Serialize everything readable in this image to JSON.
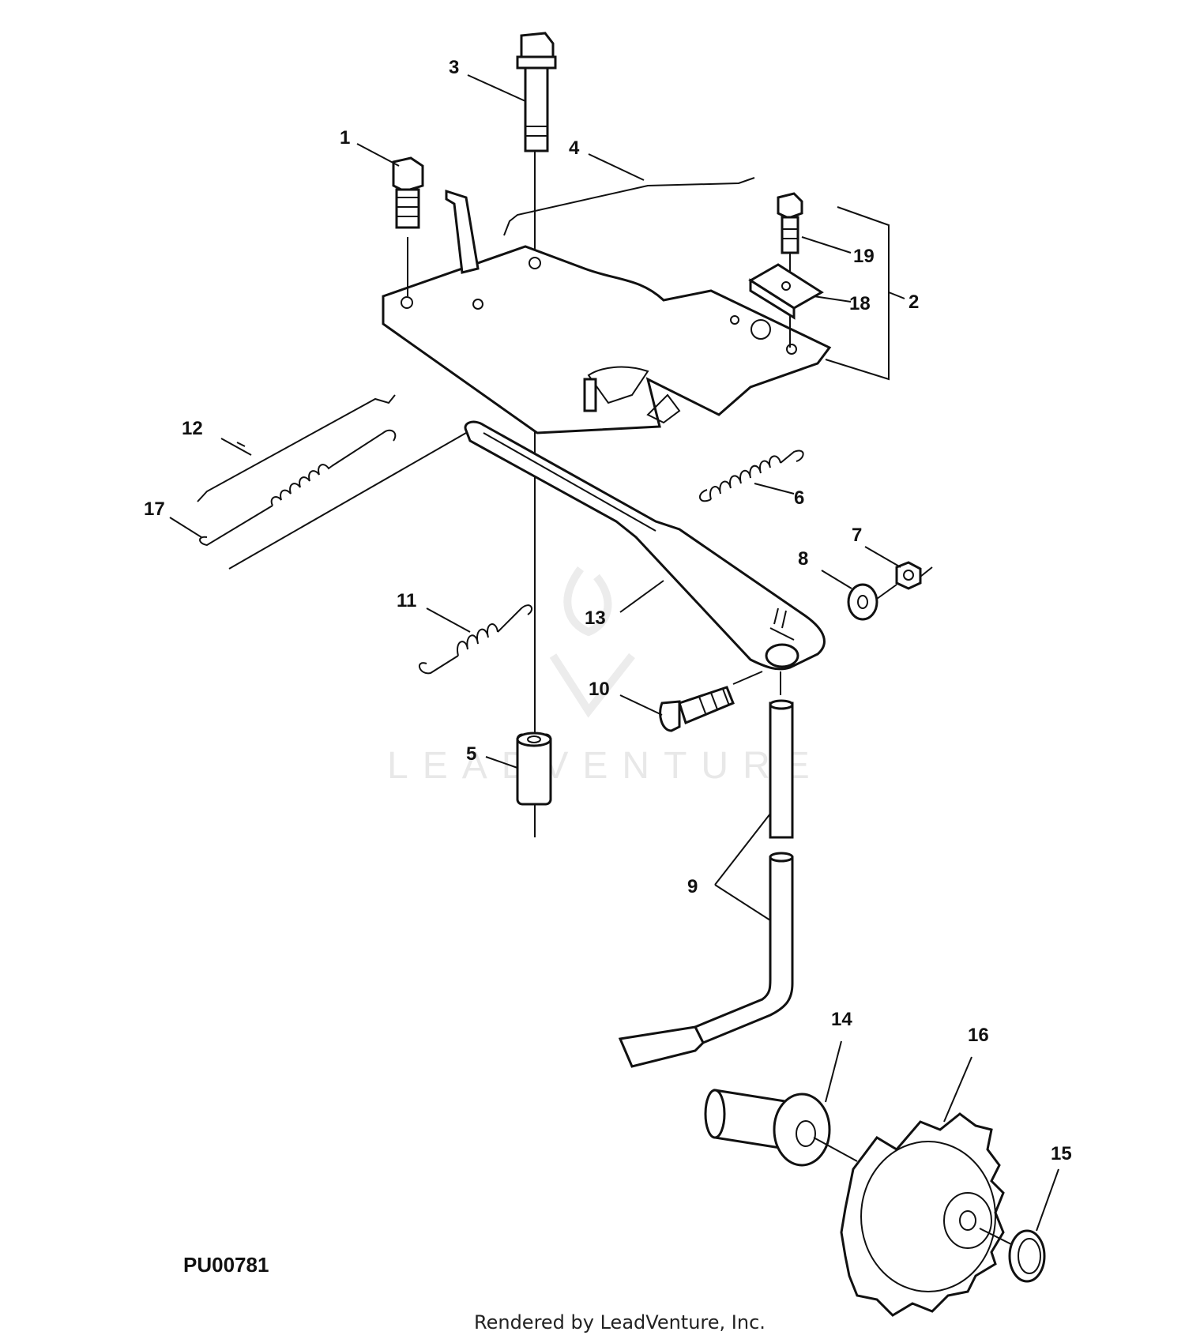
{
  "diagram": {
    "callouts": [
      {
        "id": "1",
        "text": "1"
      },
      {
        "id": "2",
        "text": "2"
      },
      {
        "id": "3",
        "text": "3"
      },
      {
        "id": "4",
        "text": "4"
      },
      {
        "id": "5",
        "text": "5"
      },
      {
        "id": "6",
        "text": "6"
      },
      {
        "id": "7",
        "text": "7"
      },
      {
        "id": "8",
        "text": "8"
      },
      {
        "id": "9",
        "text": "9"
      },
      {
        "id": "10",
        "text": "10"
      },
      {
        "id": "11",
        "text": "11"
      },
      {
        "id": "12",
        "text": "12"
      },
      {
        "id": "13",
        "text": "13"
      },
      {
        "id": "14",
        "text": "14"
      },
      {
        "id": "15",
        "text": "15"
      },
      {
        "id": "16",
        "text": "16"
      },
      {
        "id": "17",
        "text": "17"
      },
      {
        "id": "18",
        "text": "18"
      },
      {
        "id": "19",
        "text": "19"
      }
    ],
    "figure_code": "PU00781",
    "credit": "Rendered by LeadVenture, Inc.",
    "watermark": "LEADVENTURE"
  }
}
